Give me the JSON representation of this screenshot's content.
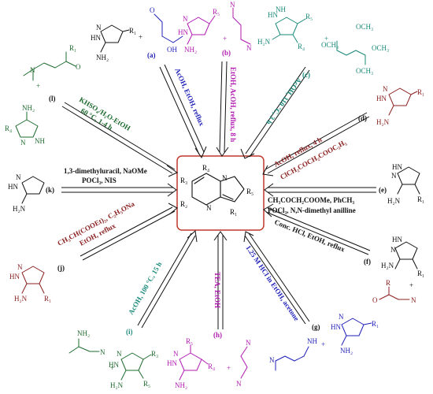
{
  "colors": {
    "black": "#111111",
    "blue": "#1f1fb8",
    "magenta": "#b01ab0",
    "teal": "#1a8a7a",
    "brown": "#8a2020",
    "green": "#1f6b2f",
    "core_box": "#c0392b"
  },
  "core": {
    "R4": "R₄",
    "R3": "R₃",
    "R5": "R₅",
    "R2": "R₂",
    "R1": "R₁",
    "N": "N"
  },
  "routes": {
    "a": {
      "letter": "(a)",
      "conditions": "AcOH, EtOH, reflux"
    },
    "b": {
      "letter": "(b)",
      "conditions": "EtOH, AcOH, reflux, 8 h"
    },
    "c": {
      "letter": "(c)",
      "conditions": "AcOH, 110 °C, 3 h"
    },
    "d": {
      "letter": "(d)",
      "conditions_1": "AcOH, reflux, 4 h",
      "conditions_2": "ClCH₂COCH₂COOC₂H₅"
    },
    "e": {
      "letter": "(e)",
      "conditions_1": "CH₃COCH₂COOMe, PhCH₃",
      "conditions_2": "POCl₃, N,N-dimethyl anilline"
    },
    "f": {
      "letter": "(f)",
      "conditions": "Conc. HCl, EtOH, reflux"
    },
    "g": {
      "letter": "(g)",
      "conditions": "1.25 M HCl in EtOH, acetone"
    },
    "h": {
      "letter": "(h)",
      "conditions": "TEA, EtOH"
    },
    "i": {
      "letter": "(i)",
      "conditions": "AcOH, 100 °C, 15 h"
    },
    "j": {
      "letter": "(j)",
      "conditions_1": "CH₃CH(COOEt)₂, C₂H₅ONa",
      "conditions_2": "EtOH, reflux"
    },
    "k": {
      "letter": "(k)",
      "conditions_1": "1,3-dimethyluracil, NaOMe",
      "conditions_2": "POCl₃, NIS"
    },
    "l": {
      "letter": "(l)",
      "conditions_1": "KHSO₄/H₂O-EtOH",
      "conditions_2": "60 °C, 1-4 h"
    }
  },
  "atoms": {
    "HN": "HN",
    "NH": "NH",
    "N": "N",
    "H2N": "H₂N",
    "NH2": "NH₂",
    "O": "O",
    "OH": "OH",
    "OCH3": "OCH₃",
    "R": "R",
    "R1": "R₁",
    "R2": "R₂",
    "R3": "R₃",
    "R4": "R₄",
    "R5": "R₅",
    "plus": "+"
  }
}
